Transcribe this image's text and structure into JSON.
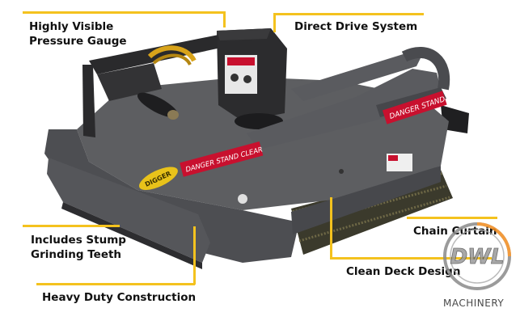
{
  "callouts": {
    "gauge_line1": "Highly Visible",
    "gauge_line2": "Pressure Gauge",
    "drive": "Direct Drive System",
    "stump_line1": "Includes Stump",
    "stump_line2": "Grinding Teeth",
    "heavy": "Heavy Duty Construction",
    "chain": "Chain Curtain",
    "deck": "Clean Deck Design"
  },
  "decals": {
    "danger_stand_clear": "DANGER STAND CLEAR",
    "danger_stand": "DANGER STAND",
    "brand_badge": "DIGGER"
  },
  "logo": {
    "letters": "DWL",
    "caption": "MACHINERY"
  },
  "colors": {
    "accent_line": "#f4c21e",
    "deck_gray": "#5d5e61",
    "frame_dark": "#2a2a2c",
    "decal_red": "#c8102e",
    "badge_yellow": "#e8c21a"
  }
}
